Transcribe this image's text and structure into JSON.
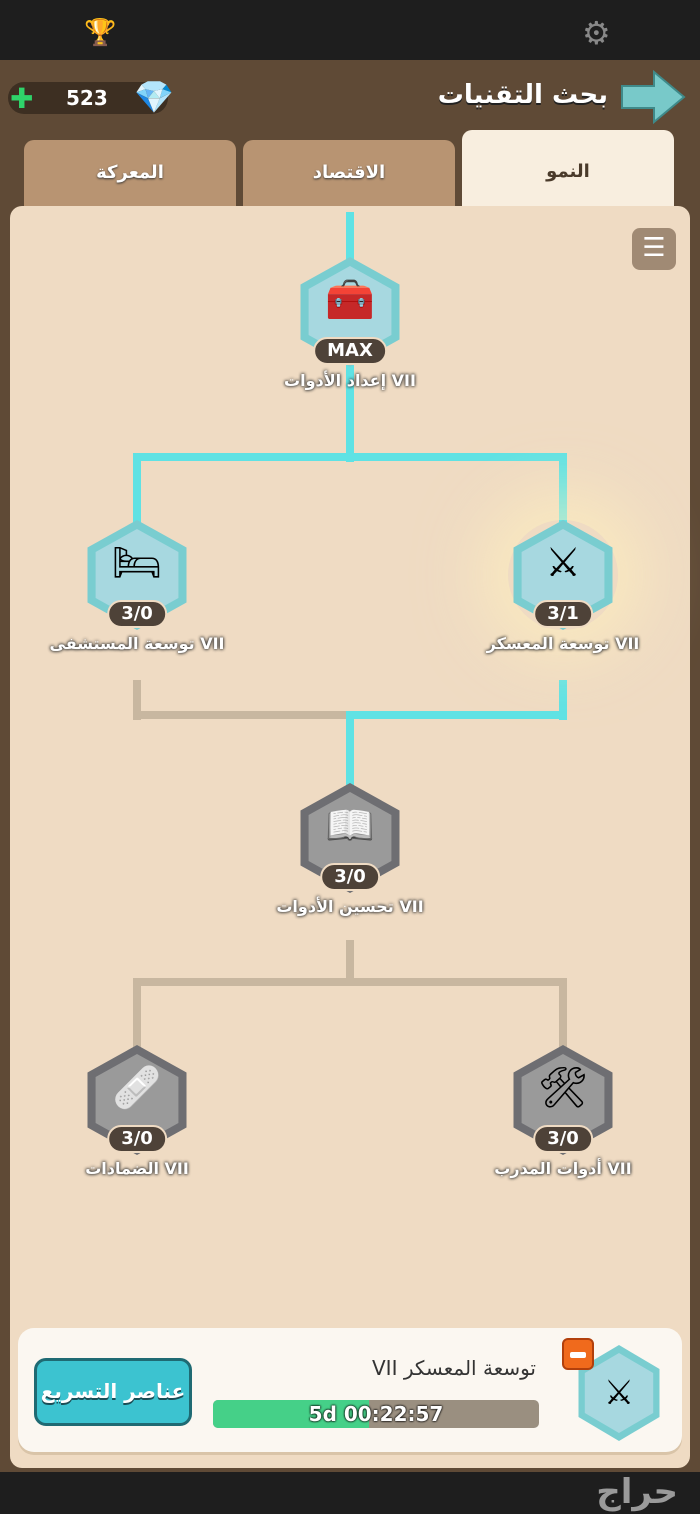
{
  "header": {
    "title": "بحث التقنيات",
    "gems": "523",
    "icons": [
      "trophy-icon",
      "gear-icon",
      "back-arrow-icon",
      "plus-icon",
      "gem-icon",
      "list-icon"
    ]
  },
  "tabs": [
    {
      "label": "النمو",
      "active": true
    },
    {
      "label": "الاقتصاد",
      "active": false
    },
    {
      "label": "المعركة",
      "active": false
    }
  ],
  "tree": [
    {
      "name": "إعداد الأدوات VII",
      "badge": "MAX",
      "unlocked": true,
      "icon": "toolbox-icon"
    },
    {
      "name": "توسعة المستشفى VII",
      "badge": "3/0",
      "unlocked": true,
      "icon": "hospital-bed-icon"
    },
    {
      "name": "توسعة المعسكر VII",
      "badge": "3/1",
      "unlocked": true,
      "icon": "knights-icon"
    },
    {
      "name": "تحسين الأدوات VII",
      "badge": "3/0",
      "unlocked": false,
      "icon": "book-icon"
    },
    {
      "name": "الضمادات VII",
      "badge": "3/0",
      "unlocked": false,
      "icon": "bandage-icon"
    },
    {
      "name": "أدوات المدرب VII",
      "badge": "3/0",
      "unlocked": false,
      "icon": "trainer-tools-icon"
    }
  ],
  "research": {
    "name": "توسعة المعسكر VII",
    "timer": "5d 00:22:57",
    "progress": 0.48,
    "speedup_label": "عناصر التسريع"
  },
  "watermark": "حراج",
  "colors": {
    "active_line": "#5fe2e4",
    "inactive_line": "#c8b7a0",
    "progress": "#45d088",
    "button": "#3cc3d0"
  }
}
